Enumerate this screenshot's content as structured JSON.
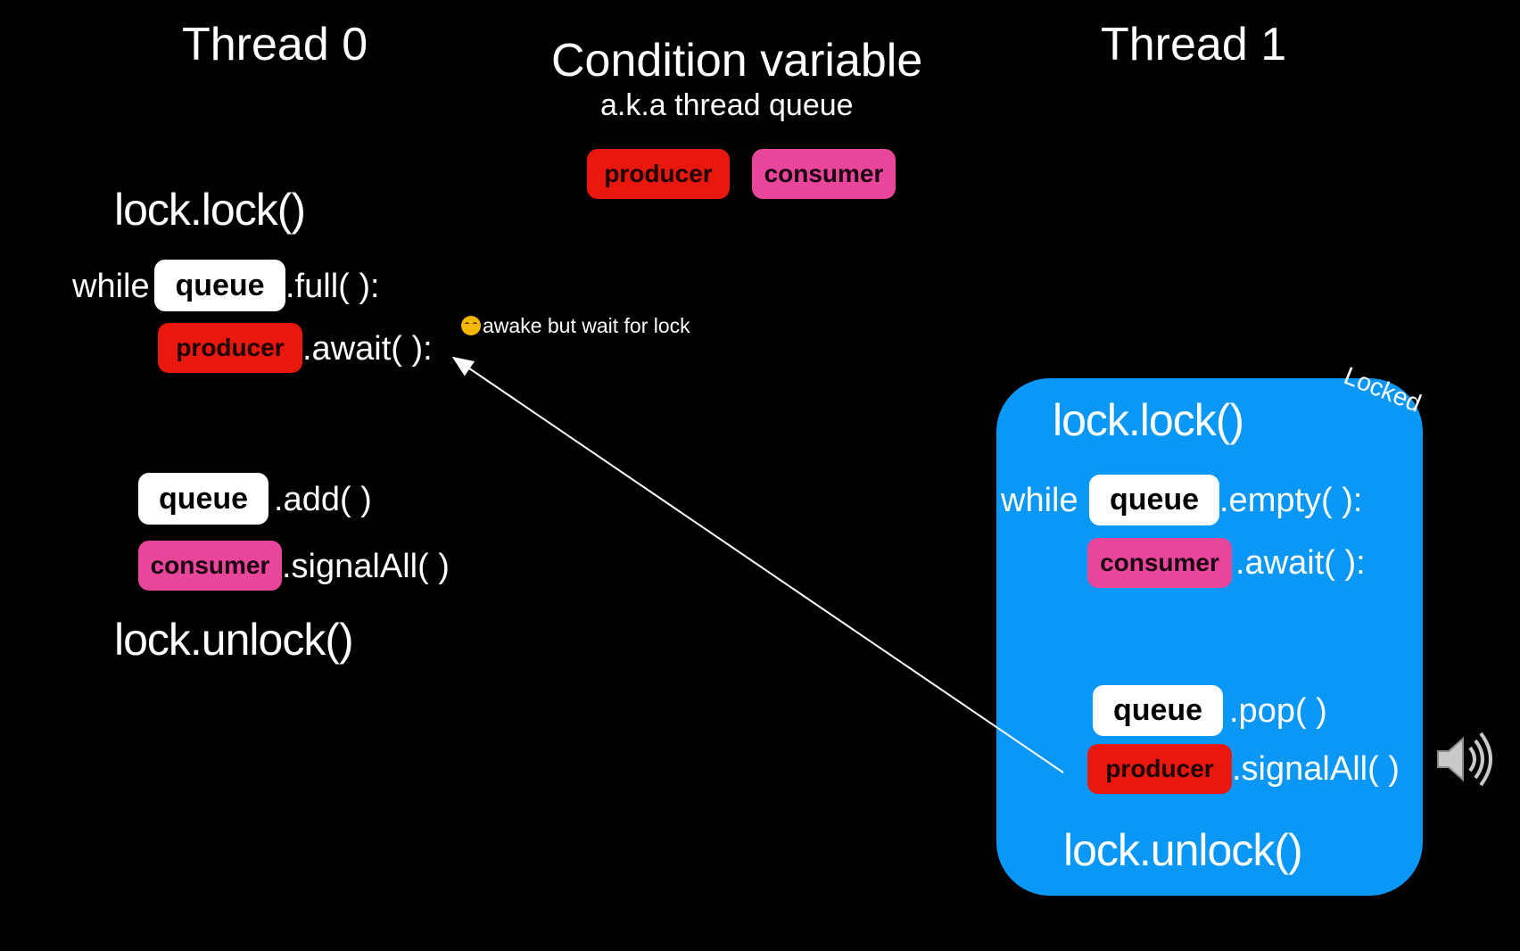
{
  "thread0": {
    "title": "Thread 0",
    "lock": "lock.lock()",
    "while_kw": "while",
    "queue_tag": "queue",
    "full_call": ".full( ):",
    "producer_tag": "producer",
    "await_call": ".await( ):",
    "queue_tag2": "queue",
    "add_call": ".add( )",
    "consumer_tag": "consumer",
    "signal_call": ".signalAll( )",
    "unlock": "lock.unlock()"
  },
  "condition": {
    "title": "Condition variable",
    "subtitle": "a.k.a thread queue",
    "producer_tag": "producer",
    "consumer_tag": "consumer"
  },
  "annotation": {
    "awake_text": "awake but wait for lock",
    "emoji_icon": "face-icon",
    "locked_label": "Locked"
  },
  "thread1": {
    "title": "Thread 1",
    "lock": "lock.lock()",
    "while_kw": "while",
    "queue_tag": "queue",
    "empty_call": ".empty( ):",
    "consumer_tag": "consumer",
    "await_call": ".await( ):",
    "queue_tag2": "queue",
    "pop_call": ".pop( )",
    "producer_tag": "producer",
    "signal_call": ".signalAll( )",
    "unlock": "lock.unlock()"
  },
  "colors": {
    "background": "#000000",
    "locked_region": "#0a97f5",
    "producer": "#e8180f",
    "consumer": "#e8469a",
    "queue": "#ffffff"
  },
  "icons": {
    "speaker": "speaker-icon"
  }
}
